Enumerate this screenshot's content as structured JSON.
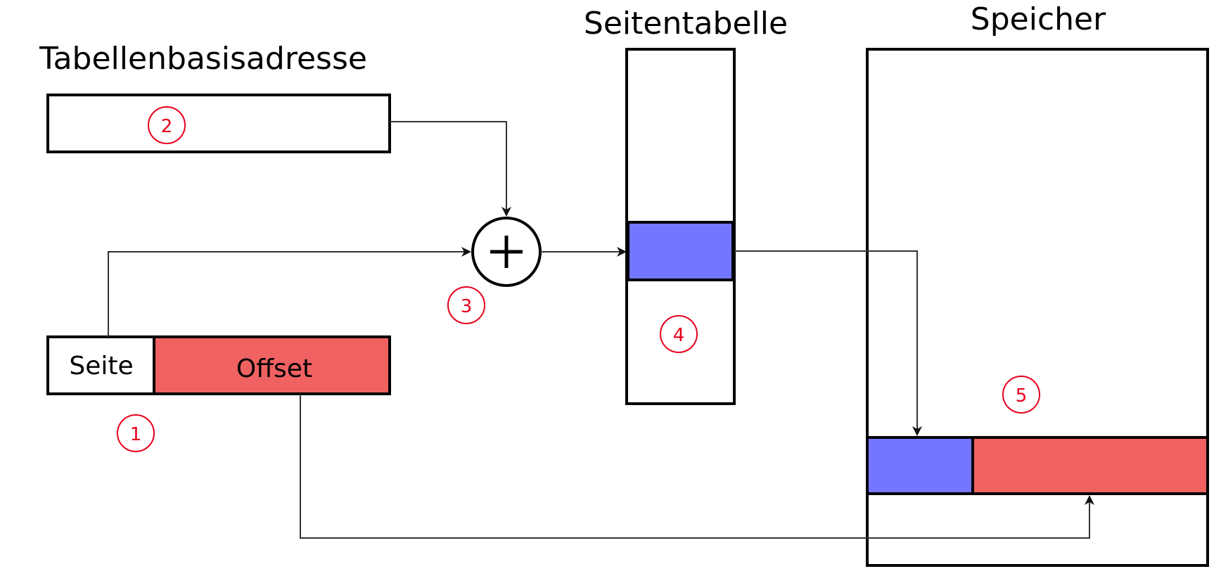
{
  "titles": {
    "base_address": "Tabellenbasisadresse",
    "page_table": "Seitentabelle",
    "memory": "Speicher"
  },
  "address": {
    "page_label": "Seite",
    "offset_label": "Offset"
  },
  "adder_symbol": "+",
  "markers": [
    "1",
    "2",
    "3",
    "4",
    "5"
  ],
  "colors": {
    "page_blue": "#7377ff",
    "offset_red": "#f06262",
    "marker_red": "#e8001c",
    "line": "#333333",
    "border": "#000000"
  }
}
